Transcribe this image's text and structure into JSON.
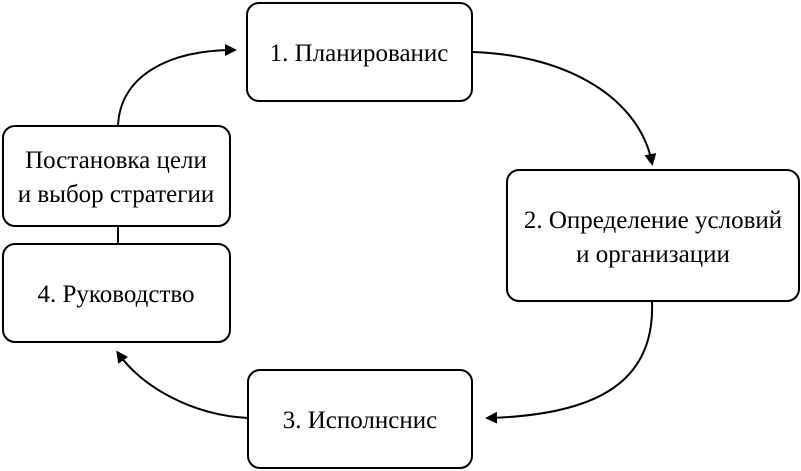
{
  "diagram": {
    "nodes": {
      "planning": {
        "label": "1. Планированис"
      },
      "definition": {
        "line1": "2. Определение условий",
        "line2": "и организации"
      },
      "execution": {
        "label": "3. Исполнснис"
      },
      "leadership": {
        "label": "4. Руководство"
      },
      "goal": {
        "line1": "Постановка цели",
        "line2": "и выбор стратегии"
      }
    },
    "colors": {
      "stroke": "#000000",
      "fill": "#ffffff",
      "text": "#000000"
    }
  }
}
